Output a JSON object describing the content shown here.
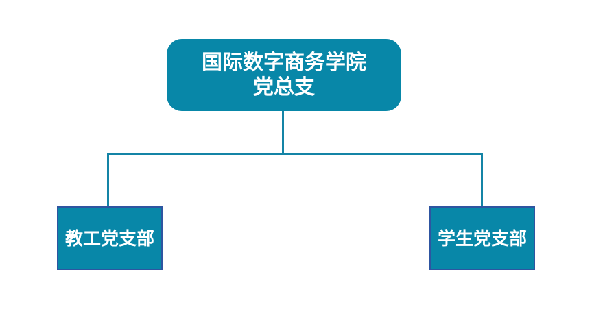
{
  "diagram": {
    "type": "org-chart",
    "background_color": "#ffffff",
    "colors": {
      "node_fill": "#0887a8",
      "child_node_border": "#2e55a1",
      "connector": "#1484a6",
      "text": "#ffffff"
    },
    "root": {
      "label_line1": "国际数字商务学院",
      "label_line2": "党总支",
      "label_full": "国际数字商务学院党总支"
    },
    "children": [
      {
        "label": "教工党支部"
      },
      {
        "label": "学生党支部"
      }
    ]
  }
}
